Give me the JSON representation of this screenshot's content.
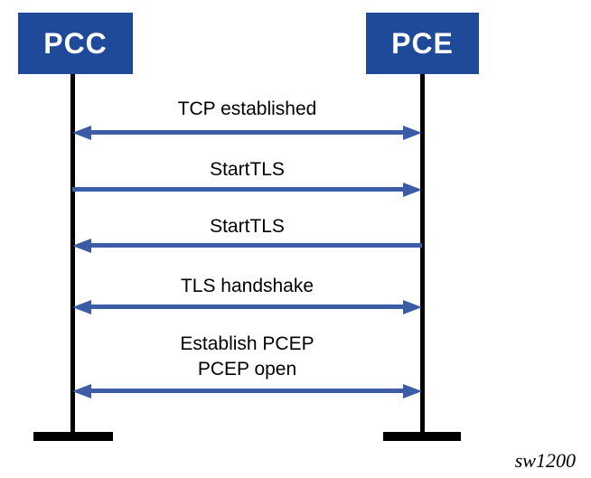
{
  "diagram": {
    "type": "sequence-diagram",
    "left_actor": {
      "label": "PCC"
    },
    "right_actor": {
      "label": "PCE"
    },
    "messages": [
      {
        "label": "TCP established",
        "direction": "bidirectional"
      },
      {
        "label": "StartTLS",
        "direction": "left-to-right"
      },
      {
        "label": "StartTLS",
        "direction": "right-to-left"
      },
      {
        "label": "TLS handshake",
        "direction": "bidirectional"
      },
      {
        "label": "Establish PCEP\nPCEP open",
        "direction": "bidirectional"
      }
    ],
    "watermark": "sw1200",
    "colors": {
      "actor_box": "#1F4A9A",
      "arrow": "#3C5CA6",
      "lifeline": "#000000"
    }
  }
}
